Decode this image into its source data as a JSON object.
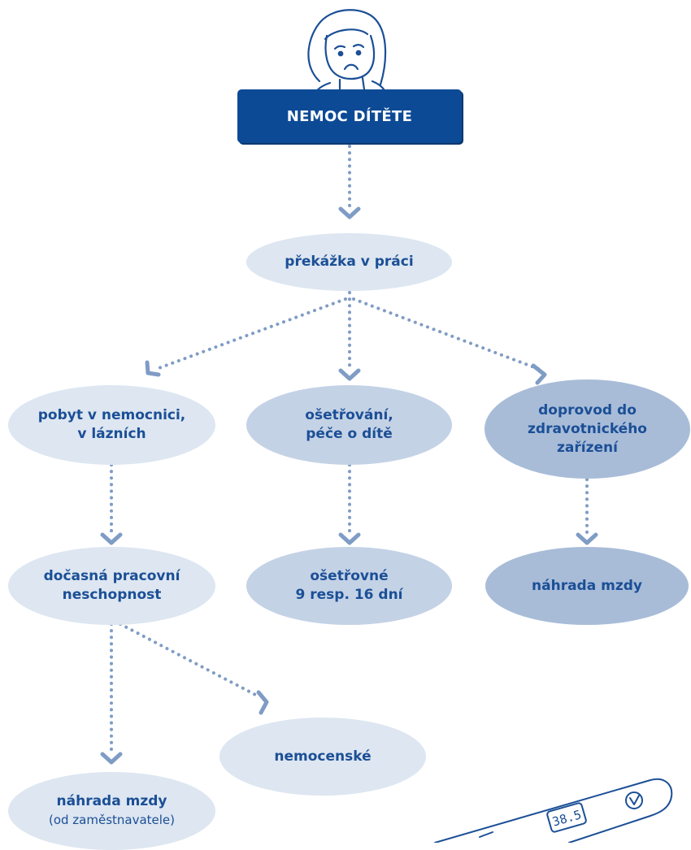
{
  "title": "NEMOC DÍTĚTE",
  "nodes": {
    "prekazka": "překážka v práci",
    "pobyt": "pobyt v nemocnici,\nv lázních",
    "osetrovani": "ošetřování,\npéče o dítě",
    "doprovod": "doprovod do\nzdravotnického\nzařízení",
    "docasna": "dočasná pracovní\nneschopnost",
    "osetrovne": "ošetřovné\n9 resp. 16 dní",
    "nahrada_mzdy_right": "náhrada mzdy",
    "nemocenske": "nemocenské",
    "nahrada_mzdy_bottom": "náhrada mzdy",
    "nahrada_mzdy_bottom_note": "(od zaměstnavatele)"
  },
  "thermometer_reading": "38.5",
  "colors": {
    "box": "#0d4a96",
    "text": "#1b4f96",
    "connector": "#7f9cc5",
    "oval_light": "#dde6f1",
    "oval_mid": "#c4d2e6",
    "oval_dark": "#a8bcd8"
  },
  "icons": [
    "sad-child-icon",
    "thermometer-icon"
  ]
}
